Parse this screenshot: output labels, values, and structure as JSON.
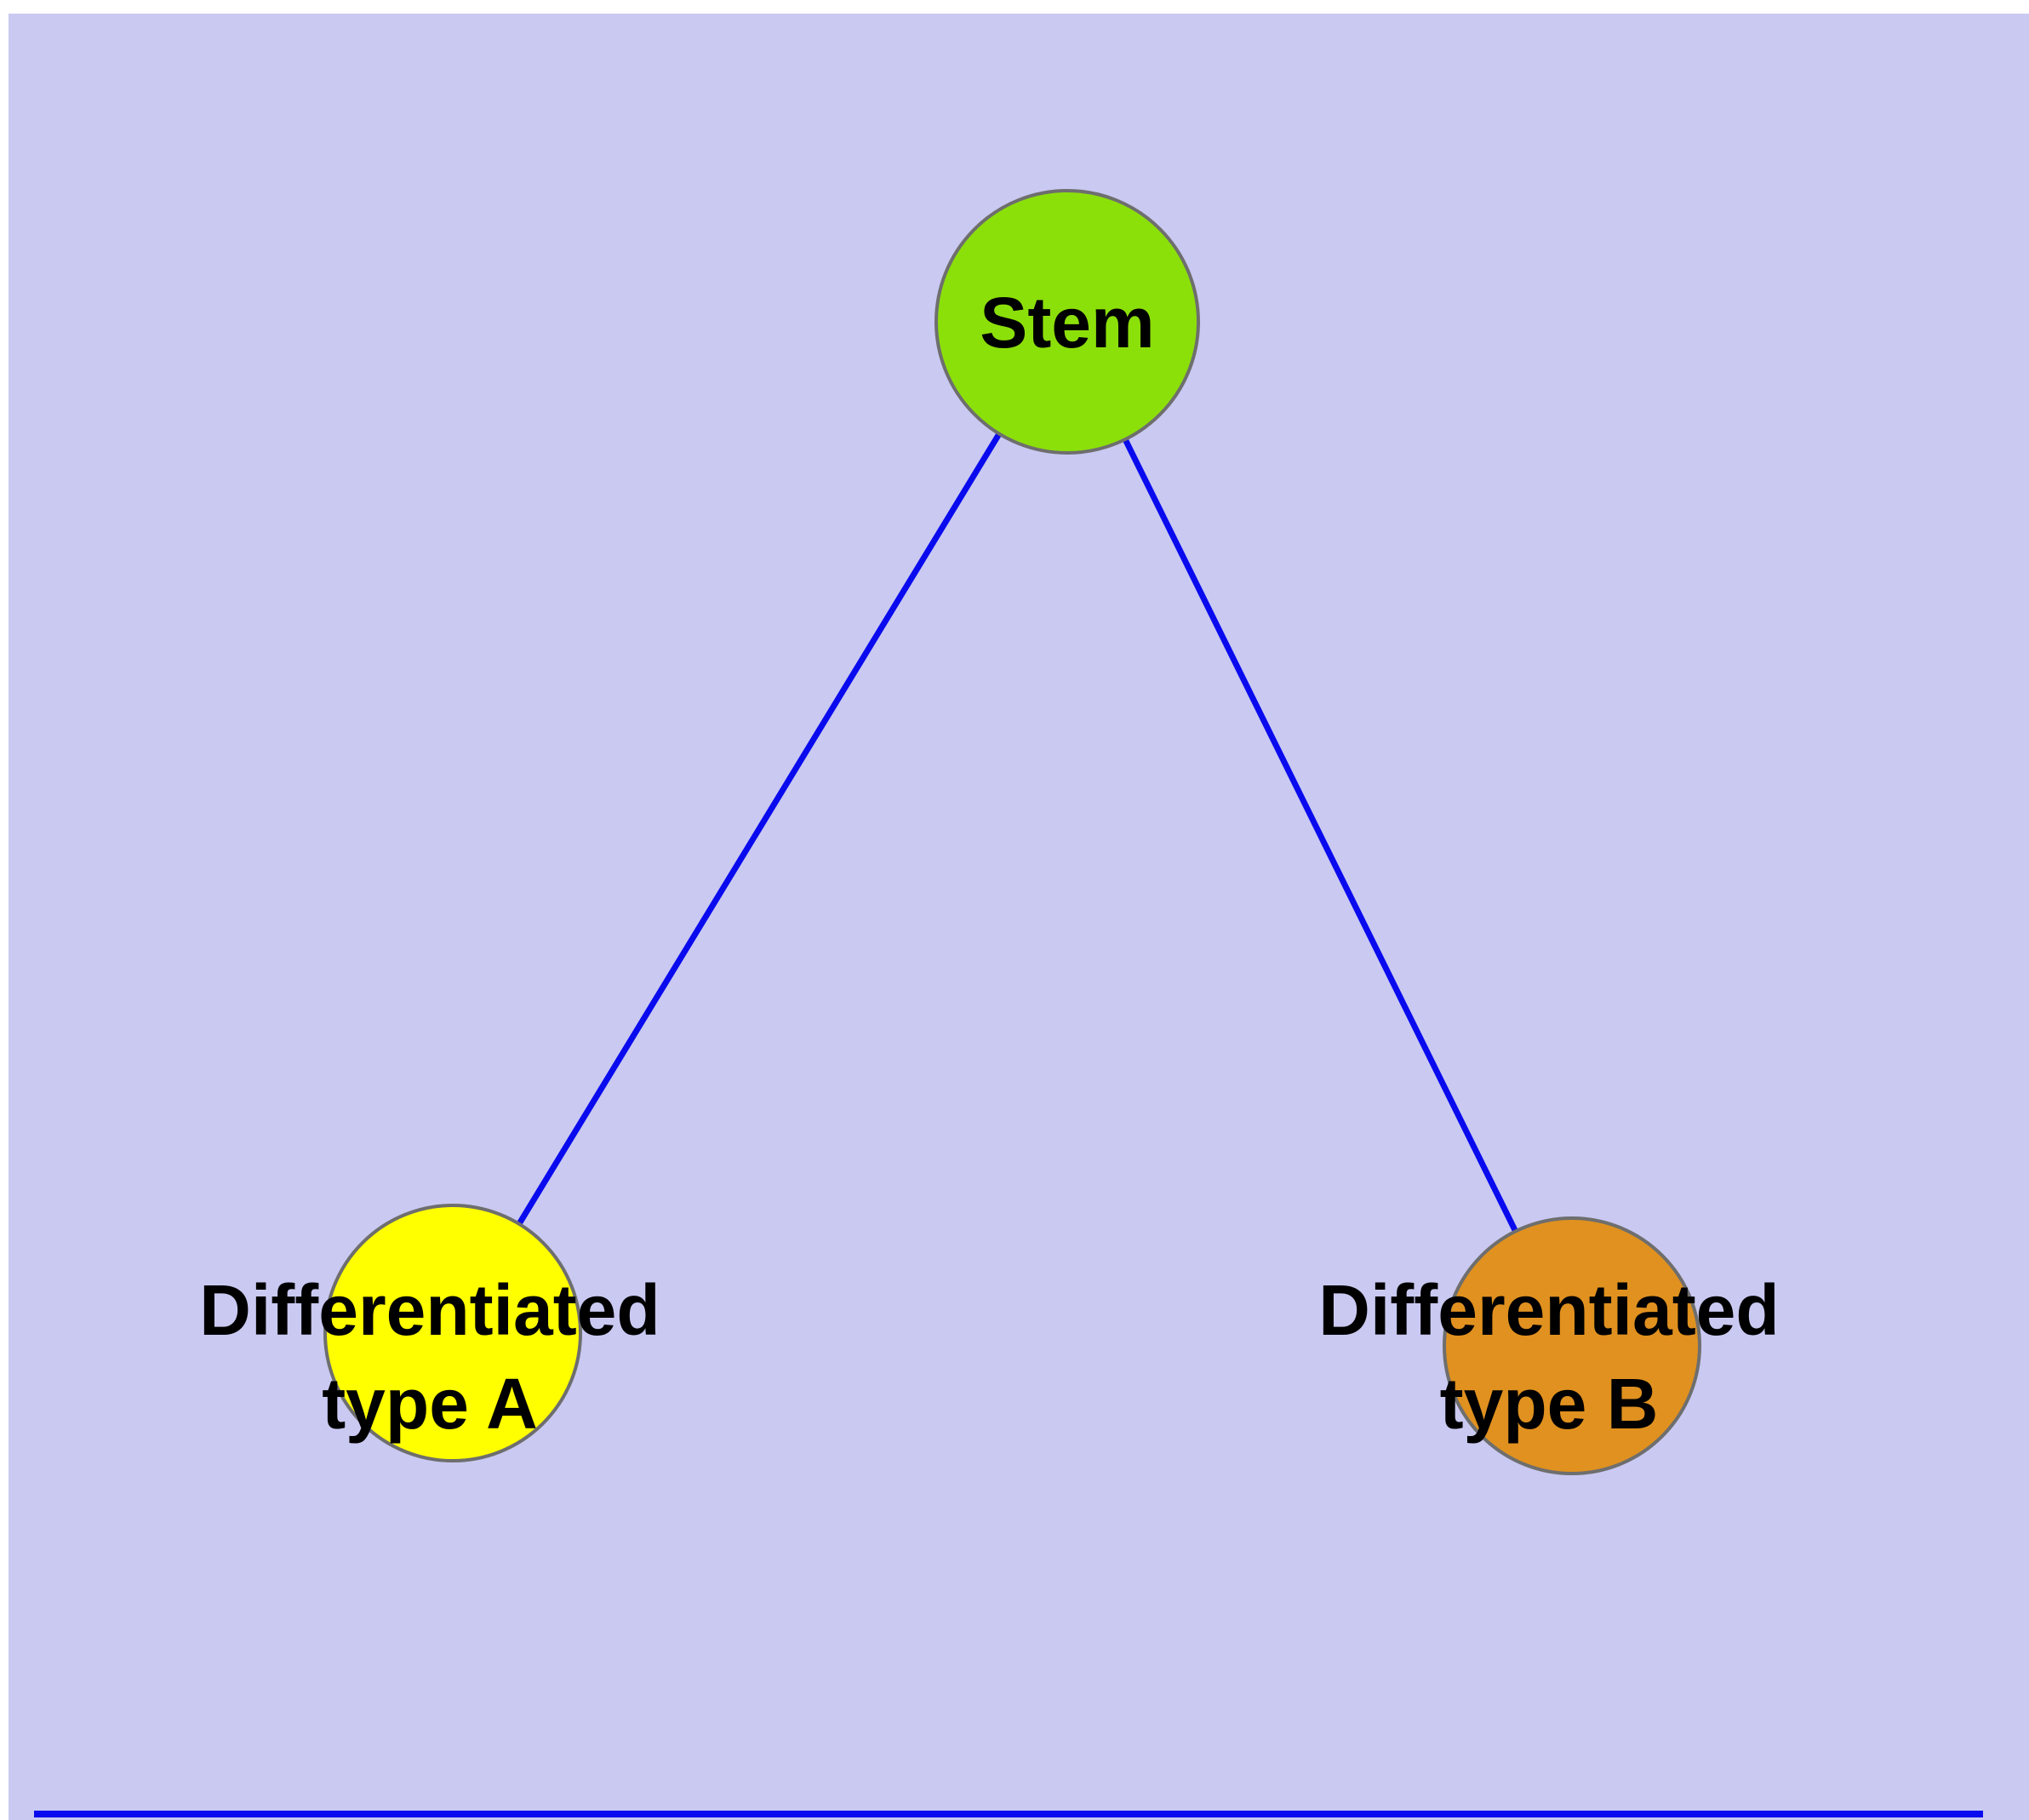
{
  "diagram": {
    "description": "Stem cell differentiation graph with one stem node and two differentiated type nodes",
    "background_color": "#c9c9f2",
    "edge_color": "#0a0aee",
    "node_stroke_color": "#6e6e6e",
    "text_color": "#000000",
    "nodes": [
      {
        "id": "stem",
        "label_lines": [
          "Stem"
        ],
        "color": "#8ce00a"
      },
      {
        "id": "differentiated-type-a",
        "label_lines": [
          "Differentiated",
          "type A"
        ],
        "color": "#ffff00"
      },
      {
        "id": "differentiated-type-b",
        "label_lines": [
          "Differentiated",
          "type B"
        ],
        "color": "#e0911f"
      }
    ],
    "edges": [
      {
        "from": "stem",
        "to": "differentiated-type-a"
      },
      {
        "from": "stem",
        "to": "differentiated-type-b"
      }
    ]
  }
}
